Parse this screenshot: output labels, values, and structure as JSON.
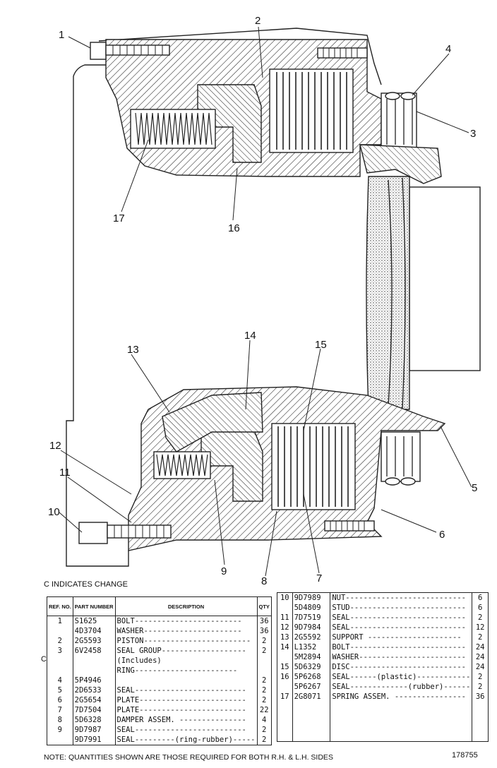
{
  "callouts": [
    "1",
    "2",
    "3",
    "4",
    "5",
    "6",
    "7",
    "8",
    "9",
    "10",
    "11",
    "12",
    "13",
    "14",
    "15",
    "16",
    "17"
  ],
  "change_note": "C INDICATES CHANGE",
  "change_mark": "C",
  "left_table": {
    "headers": {
      "ref": "REF. NO.",
      "part": "PART NUMBER",
      "desc": "DESCRIPTION",
      "qty": "QTY"
    },
    "rows": [
      {
        "ref": "1",
        "part": "S1625",
        "desc": "BOLT------------------------",
        "qty": "36"
      },
      {
        "ref": "",
        "part": "4D3704",
        "desc": "WASHER----------------------",
        "qty": "36"
      },
      {
        "ref": "2",
        "part": "2G5593",
        "desc": "PISTON------------------------",
        "qty": "2"
      },
      {
        "ref": "3",
        "part": "6V2458",
        "desc": "SEAL GROUP-------------------",
        "qty": "2"
      },
      {
        "ref": "",
        "part": "",
        "desc": "(Includes)",
        "qty": ""
      },
      {
        "ref": "",
        "part": "",
        "desc": "RING-----------------------",
        "qty": ""
      },
      {
        "ref": "4",
        "part": "5P4946",
        "desc": "",
        "qty": "2"
      },
      {
        "ref": "5",
        "part": "2D6533",
        "desc": "SEAL-------------------------",
        "qty": "2"
      },
      {
        "ref": "6",
        "part": "2G5654",
        "desc": "PLATE------------------------",
        "qty": "2"
      },
      {
        "ref": "7",
        "part": "7D7504",
        "desc": "PLATE------------------------",
        "qty": "22"
      },
      {
        "ref": "8",
        "part": "5D6328",
        "desc": "DAMPER ASSEM. ---------------",
        "qty": "4"
      },
      {
        "ref": "9",
        "part": "9D7987",
        "desc": "SEAL-------------------------",
        "qty": "2"
      },
      {
        "ref": "",
        "part": "9D7991",
        "desc": "SEAL---------(ring-rubber)-----",
        "qty": "2"
      }
    ]
  },
  "right_table": {
    "rows": [
      {
        "ref": "10",
        "part": "9D7989",
        "desc": "NUT---------------------------",
        "qty": "6"
      },
      {
        "ref": "",
        "part": "5D4809",
        "desc": "STUD--------------------------",
        "qty": "6"
      },
      {
        "ref": "11",
        "part": "7D7519",
        "desc": "SEAL--------------------------",
        "qty": "2"
      },
      {
        "ref": "12",
        "part": "9D7984",
        "desc": "SEAL--------------------------",
        "qty": "12"
      },
      {
        "ref": "13",
        "part": "2G5592",
        "desc": "SUPPORT ---------------------",
        "qty": "2"
      },
      {
        "ref": "14",
        "part": "L1352",
        "desc": "BOLT--------------------------",
        "qty": "24"
      },
      {
        "ref": "",
        "part": "5M2894",
        "desc": "WASHER------------------------",
        "qty": "24"
      },
      {
        "ref": "15",
        "part": "5D6329",
        "desc": "DISC--------------------------",
        "qty": "24"
      },
      {
        "ref": "16",
        "part": "5P6268",
        "desc": "SEAL------(plastic)------------",
        "qty": "2"
      },
      {
        "ref": "",
        "part": "5P6267",
        "desc": "SEAL-------------(rubber)------",
        "qty": "2"
      },
      {
        "ref": "17",
        "part": "2G8071",
        "desc": "SPRING ASSEM. ----------------",
        "qty": "36"
      },
      {
        "ref": "",
        "part": "",
        "desc": "",
        "qty": ""
      },
      {
        "ref": "",
        "part": "",
        "desc": "",
        "qty": ""
      },
      {
        "ref": "",
        "part": "",
        "desc": "",
        "qty": ""
      },
      {
        "ref": "",
        "part": "",
        "desc": "",
        "qty": ""
      }
    ]
  },
  "bottom_note": "NOTE: QUANTITIES SHOWN ARE THOSE REQUIRED FOR BOTH R.H. & L.H. SIDES",
  "drawing_number": "178755"
}
